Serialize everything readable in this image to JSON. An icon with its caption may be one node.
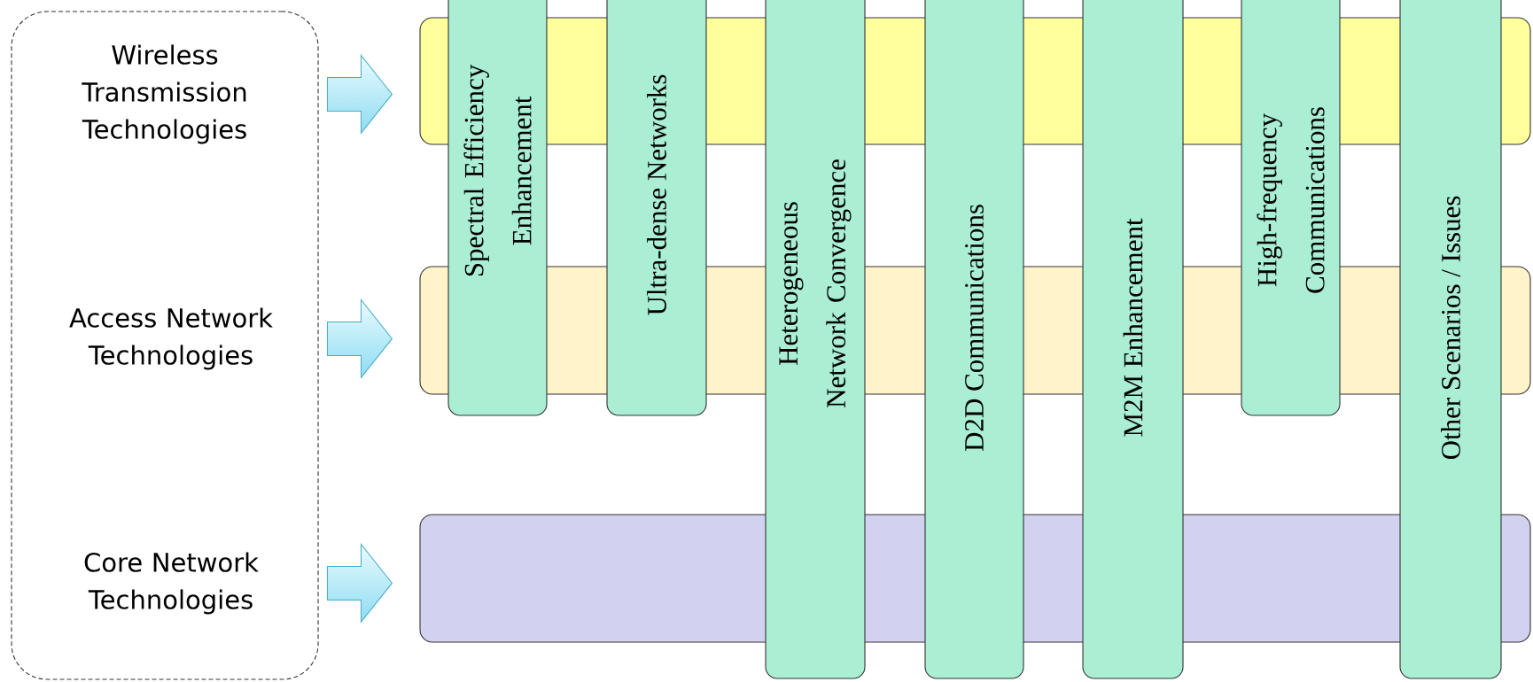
{
  "diagram": {
    "nodes": [
      {
        "text": [],
        "shape": "box"
      },
      {
        "text": [
          "Wireless Transmission Technologies"
        ],
        "in": 0
      },
      {
        "text": [
          "Access Network Technologies"
        ],
        "in": 0
      },
      {
        "text": [
          "Core Network Technologies"
        ],
        "in": 0
      },
      {
        "text": [],
        "shape": "box"
      },
      {
        "text": [],
        "shape": "box"
      },
      {
        "text": [],
        "shape": "box"
      },
      {
        "text": [
          "Spectral Efficiency Enhancement"
        ]
      },
      {
        "text": [
          "Ultra-dense Networks"
        ]
      },
      {
        "text": [
          "Heterogeneous Network Convergence"
        ]
      },
      {
        "text": [
          "D2D Communications"
        ]
      },
      {
        "text": [
          "M2M Enhancement"
        ]
      },
      {
        "text": [
          "High-frequency Communications"
        ]
      },
      {
        "text": [
          "Other Scenarios / Issues"
        ]
      }
    ],
    "edges": [
      {
        "from": 1,
        "to": 4,
        "arrow": "to"
      },
      {
        "from": 2,
        "to": 5,
        "arrow": "to"
      },
      {
        "from": 3,
        "to": 6,
        "arrow": "to"
      }
    ]
  }
}
